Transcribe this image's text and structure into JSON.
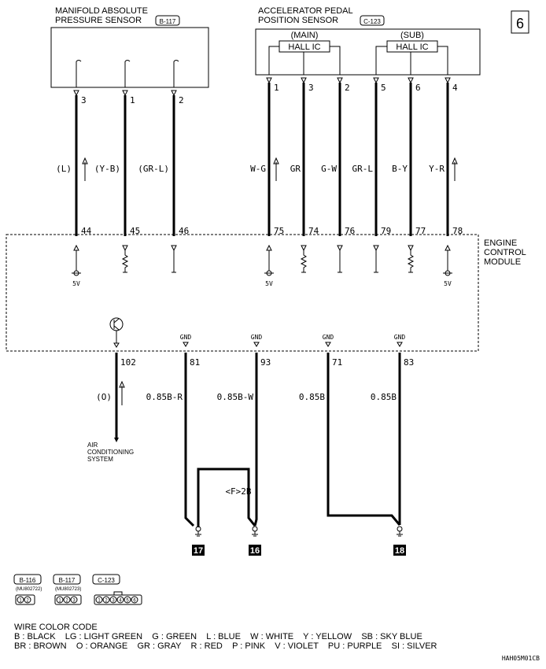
{
  "page_number": "6",
  "sensor_map": {
    "title_line1": "MANIFOLD ABSOLUTE",
    "title_line2": "PRESSURE SENSOR",
    "connector": "B-117",
    "pins": [
      "3",
      "1",
      "2"
    ],
    "wire_colors": [
      "(L)",
      "(Y-B)",
      "(GR-L)"
    ],
    "ecm_pins": [
      "44",
      "45",
      "46"
    ]
  },
  "sensor_app": {
    "title_line1": "ACCELERATOR PEDAL",
    "title_line2": "POSITION SENSOR",
    "connector": "C-123",
    "main_label": "(MAIN)",
    "sub_label": "(SUB)",
    "hall_ic_label": "HALL IC",
    "pins": [
      "1",
      "3",
      "2",
      "5",
      "6",
      "4"
    ],
    "wire_colors": [
      "W-G",
      "GR",
      "G-W",
      "GR-L",
      "B-Y",
      "Y-R"
    ],
    "ecm_pins": [
      "75",
      "74",
      "76",
      "79",
      "77",
      "78"
    ]
  },
  "ecm": {
    "label_line1": "ENGINE",
    "label_line2": "CONTROL",
    "label_line3": "MODULE",
    "supply_label": "5V",
    "gnd_label": "GND"
  },
  "lower_wires": {
    "ecm_pins": [
      "102",
      "81",
      "93",
      "71",
      "83"
    ],
    "wire_colors": [
      "(O)",
      "0.85B-R",
      "0.85B-W",
      "0.85B",
      "0.85B"
    ],
    "connector_note": "<F>2B",
    "ac_line1": "AIR",
    "ac_line2": "CONDITIONING",
    "ac_line3": "SYSTEM"
  },
  "ground_points": [
    "17",
    "16",
    "18"
  ],
  "connectors": [
    {
      "id": "B-116",
      "part": "(MU802722)",
      "pins": [
        "1",
        "2"
      ]
    },
    {
      "id": "B-117",
      "part": "(MU802723)",
      "pins": [
        "1",
        "2",
        "3"
      ]
    },
    {
      "id": "C-123",
      "part": "",
      "pins": [
        "1",
        "2",
        "3",
        "4",
        "5",
        "6"
      ]
    }
  ],
  "color_code": {
    "title": "WIRE COLOR CODE",
    "line1": "B : BLACK    LG : LIGHT GREEN    G : GREEN    L : BLUE    W : WHITE    Y : YELLOW    SB : SKY BLUE",
    "line2": "BR : BROWN    O : ORANGE    GR : GRAY    R : RED    P : PINK    V : VIOLET    PU : PURPLE    SI : SILVER"
  },
  "diagram_code": "HAH05M01CB"
}
